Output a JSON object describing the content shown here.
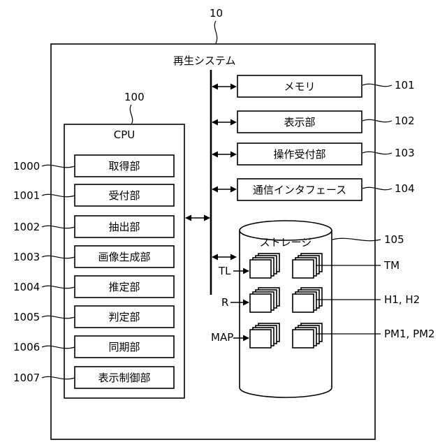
{
  "figure": {
    "system_ref": "10",
    "system_title": "再生システム",
    "cpu": {
      "ref": "100",
      "title": "CPU",
      "units": [
        {
          "ref": "1000",
          "label": "取得部"
        },
        {
          "ref": "1001",
          "label": "受付部"
        },
        {
          "ref": "1002",
          "label": "抽出部"
        },
        {
          "ref": "1003",
          "label": "画像生成部"
        },
        {
          "ref": "1004",
          "label": "推定部"
        },
        {
          "ref": "1005",
          "label": "判定部"
        },
        {
          "ref": "1006",
          "label": "同期部"
        },
        {
          "ref": "1007",
          "label": "表示制御部"
        }
      ]
    },
    "peripherals": [
      {
        "ref": "101",
        "label": "メモリ"
      },
      {
        "ref": "102",
        "label": "表示部"
      },
      {
        "ref": "103",
        "label": "操作受付部"
      },
      {
        "ref": "104",
        "label": "通信インタフェース"
      }
    ],
    "storage": {
      "ref": "105",
      "title": "ストレージ",
      "left_labels": [
        "TL",
        "R",
        "MAP"
      ],
      "right_labels": [
        "TM",
        "H1, H2",
        "PM1, PM2"
      ]
    }
  }
}
